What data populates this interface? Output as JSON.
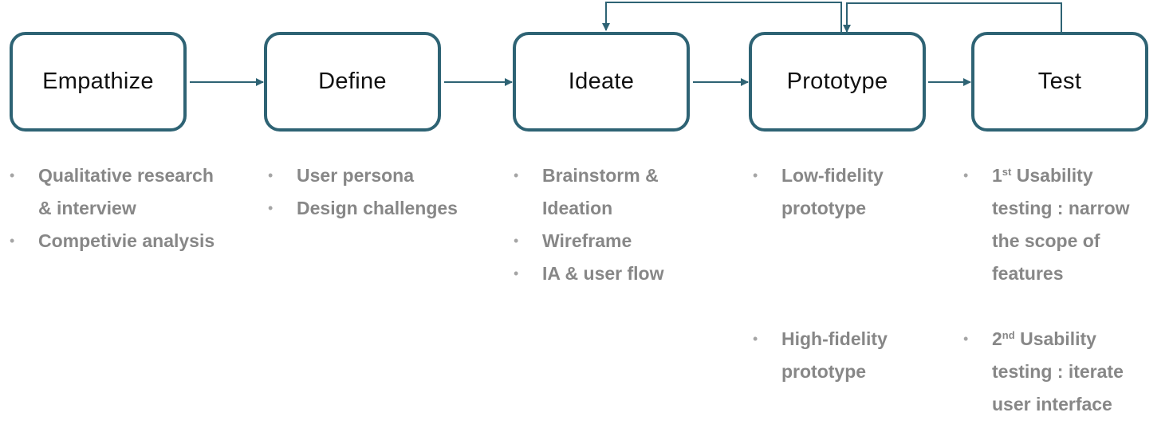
{
  "colors": {
    "accent": "#2e6374",
    "title_text": "#111111",
    "bullet_text": "#878787"
  },
  "stages": [
    {
      "title": "Empathize",
      "items": [
        "Qualitative research\n& interview",
        "Competivie analysis"
      ]
    },
    {
      "title": "Define",
      "items": [
        "User persona",
        "Design challenges"
      ]
    },
    {
      "title": "Ideate",
      "items": [
        "Brainstorm &\nIdeation",
        "Wireframe",
        "IA & user flow"
      ]
    },
    {
      "title": "Prototype",
      "items": [
        "Low-fidelity\nprototype",
        "High-fidelity\nprototype"
      ]
    },
    {
      "title": "Test",
      "items": [
        {
          "num": "1",
          "sup": "st",
          "text": " Usability\ntesting : narrow\nthe scope of\nfeatures"
        },
        {
          "num": "2",
          "sup": "nd",
          "text": " Usability\ntesting : iterate\nuser interface"
        }
      ]
    }
  ]
}
